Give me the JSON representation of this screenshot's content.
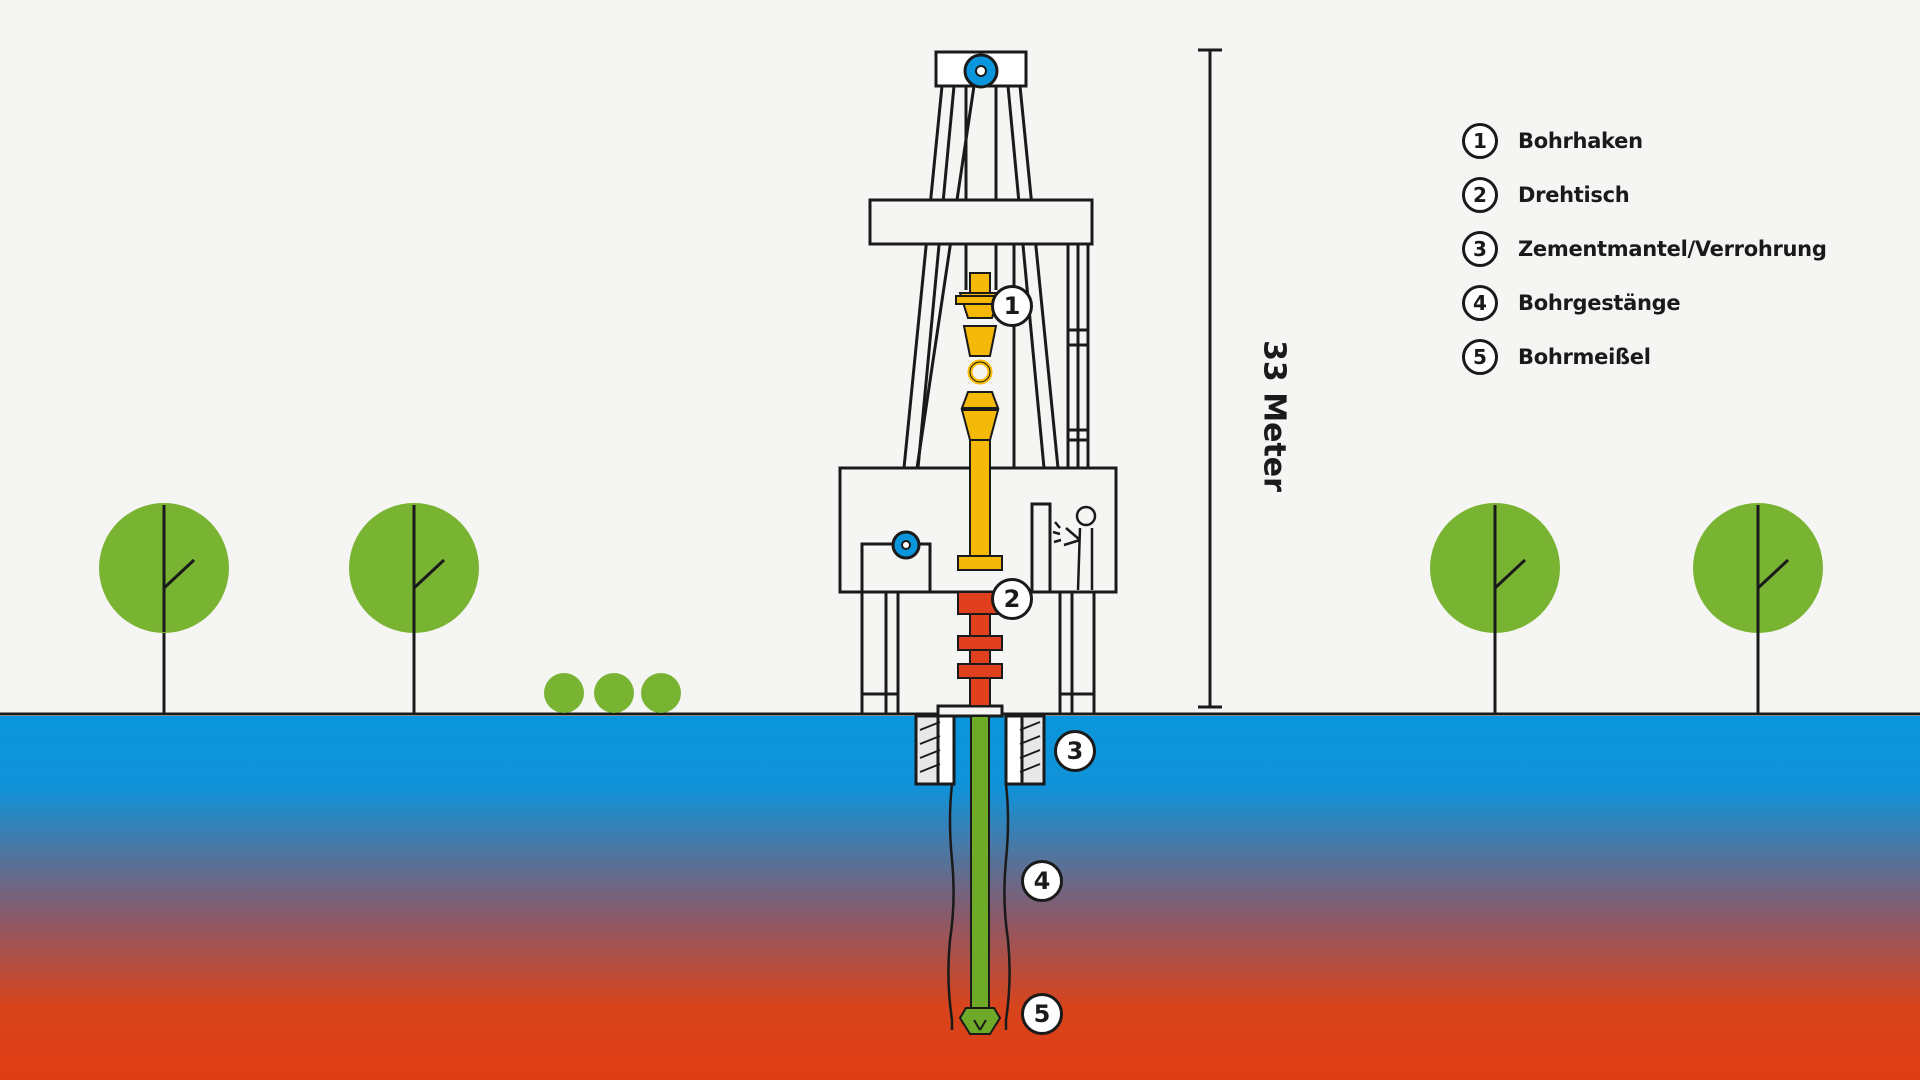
{
  "height_marker": {
    "label": "33 Meter"
  },
  "legend": [
    {
      "number": "1",
      "label": "Bohrhaken"
    },
    {
      "number": "2",
      "label": "Drehtisch"
    },
    {
      "number": "3",
      "label": "Zementmantel/Verrohrung"
    },
    {
      "number": "4",
      "label": "Bohrgestänge"
    },
    {
      "number": "5",
      "label": "Bohrmeißel"
    }
  ],
  "callouts": [
    "1",
    "2",
    "3",
    "4",
    "5"
  ],
  "colors": {
    "sky": "#f5f5f3",
    "ground_top": "#0a96dc",
    "ground_bottom": "#e03c14",
    "tree": "#78b432",
    "hook": "#f5b90a",
    "rotary_table": "#e0401e",
    "drill_pipe": "#6eaa28",
    "outline": "#1a1a1a"
  },
  "icons": [
    "tree-icon",
    "bush-icon",
    "pulley-icon",
    "worker-icon"
  ]
}
